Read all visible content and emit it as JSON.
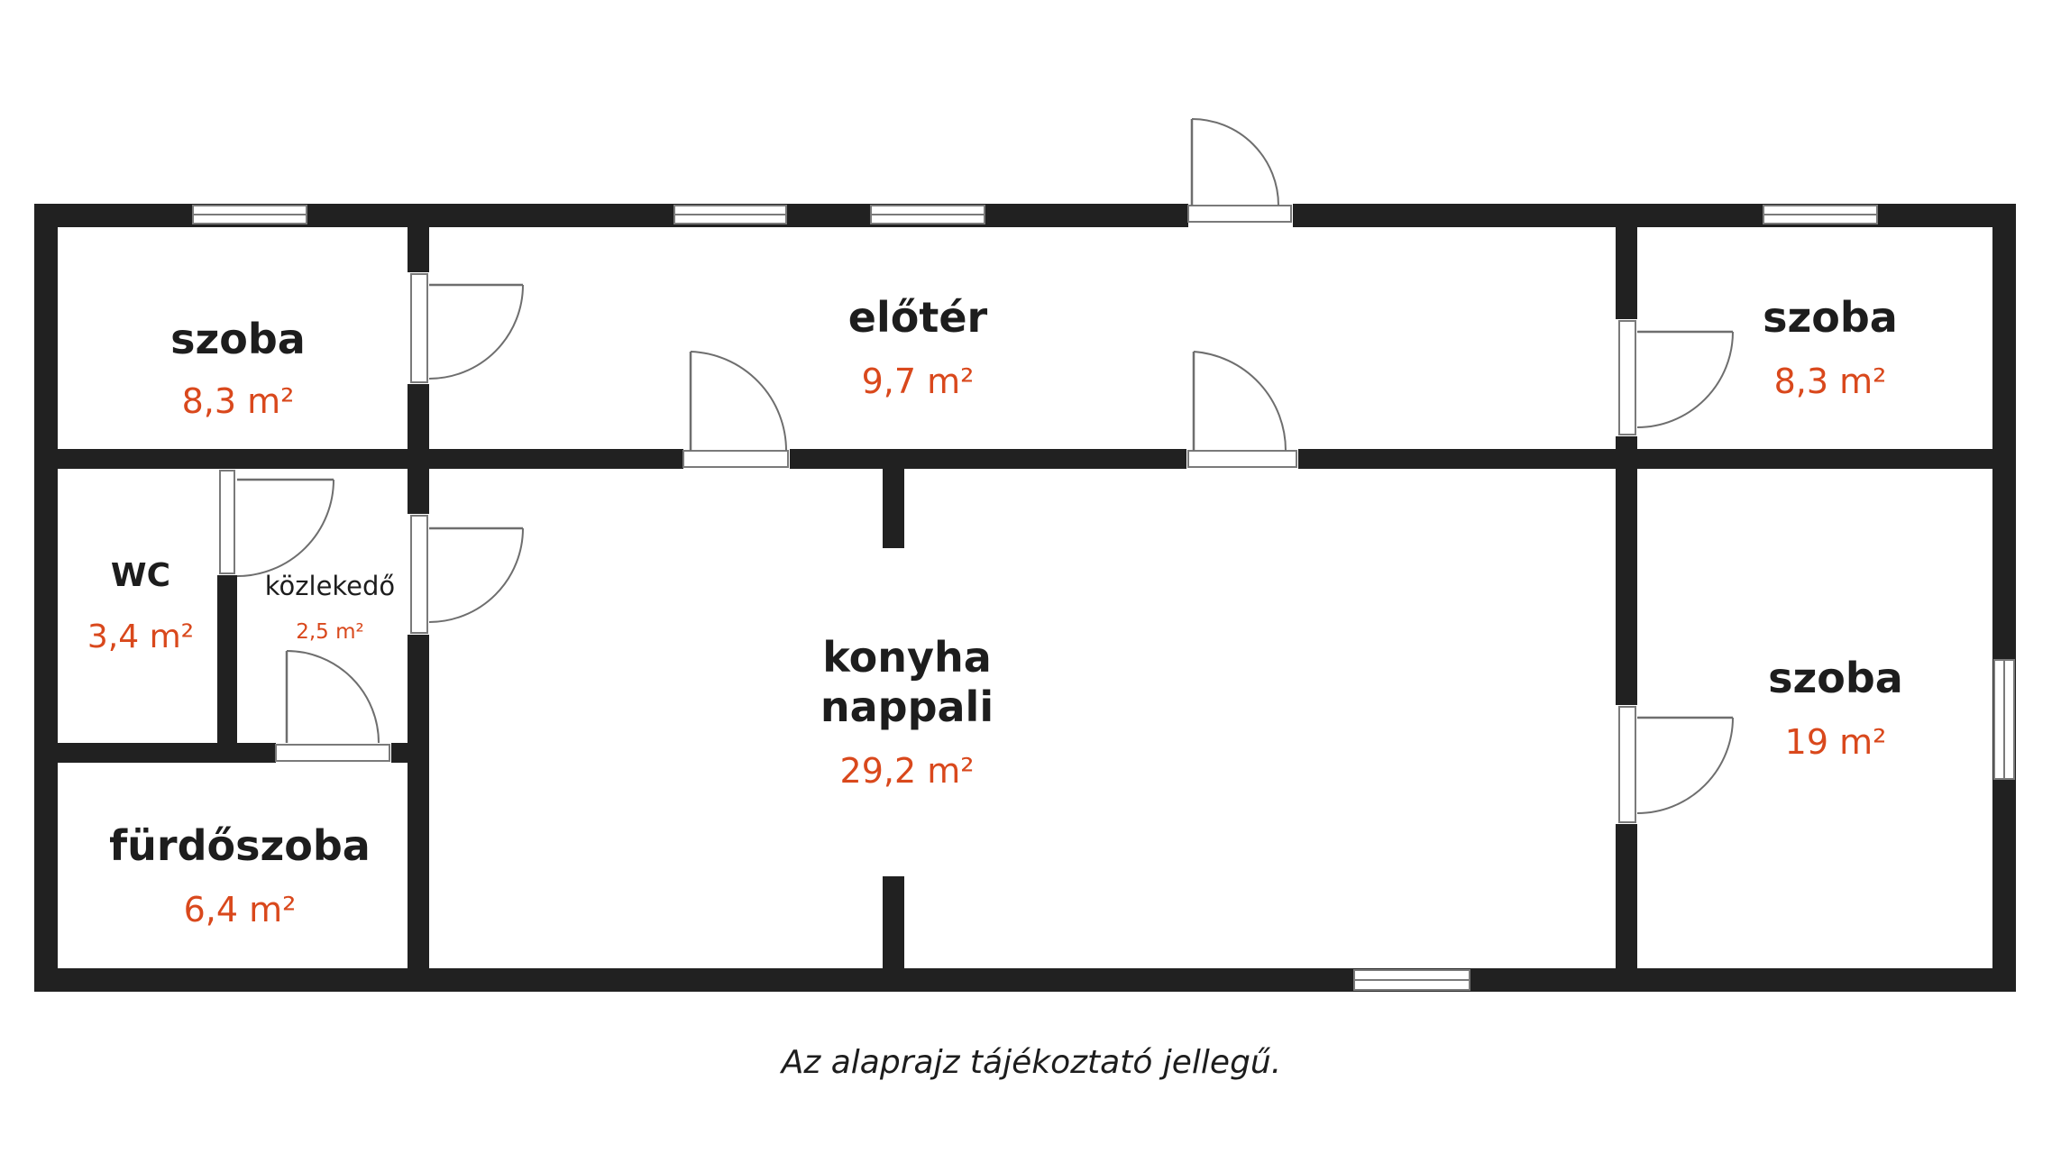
{
  "colors": {
    "wall": "#212121",
    "label": "#1d1d1d",
    "area": "#d9481c",
    "background": "#ffffff",
    "fixture": "#7a7a7a"
  },
  "rooms": {
    "szoba_top_left": {
      "name": "szoba",
      "area": "8,3 m²"
    },
    "eloter": {
      "name": "előtér",
      "area": "9,7 m²"
    },
    "szoba_top_right": {
      "name": "szoba",
      "area": "8,3 m²"
    },
    "wc": {
      "name": "WC",
      "area": "3,4 m²"
    },
    "kozlekedo": {
      "name": "közlekedő",
      "area": "2,5 m²"
    },
    "konyha_nappali": {
      "name_line1": "konyha",
      "name_line2": "nappali",
      "area": "29,2 m²"
    },
    "szoba_right": {
      "name": "szoba",
      "area": "19 m²"
    },
    "furdoszoba": {
      "name": "fürdőszoba",
      "area": "6,4 m²"
    }
  },
  "caption": "Az alaprajz tájékoztató jellegű."
}
